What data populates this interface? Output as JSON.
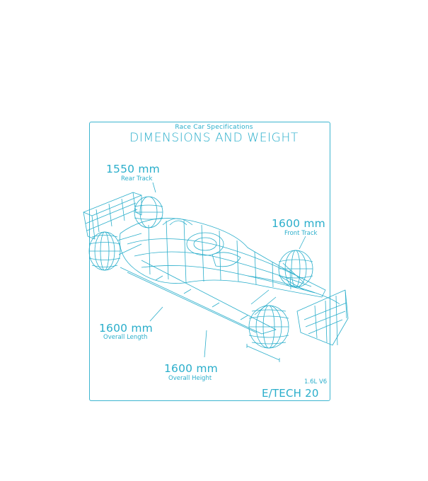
{
  "header": {
    "subtitle": "Race Car Specifications",
    "title": "DIMENSIONS AND WEIGHT"
  },
  "specs": {
    "rear_track": {
      "value": "1550 mm",
      "label": "Rear Track"
    },
    "front_track": {
      "value": "1600 mm",
      "label": "Front Track"
    },
    "overall_length": {
      "value": "1600 mm",
      "label": "Overall Length"
    },
    "overall_height": {
      "value": "1600 mm",
      "label": "Overall Height"
    }
  },
  "engine": "1.6L V6",
  "brand": "E/TECH 20",
  "colors": {
    "accent": "#2aaecb",
    "frame": "#3db5d0",
    "background": "#ffffff"
  }
}
